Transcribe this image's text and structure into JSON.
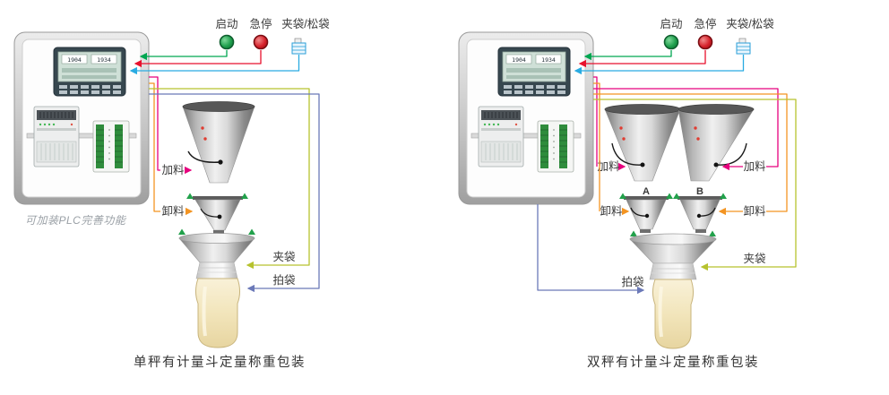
{
  "panels": {
    "left": {
      "buttons": {
        "start": "启动",
        "estop": "急停",
        "clamp_release": "夹袋/松袋"
      },
      "hmi": {
        "value_left": "1904",
        "value_right": "1934"
      },
      "labels": {
        "feed": "加料",
        "discharge": "卸料",
        "clamp_bag": "夹袋",
        "pat_bag": "拍袋"
      },
      "note": "可加装PLC完善功能",
      "caption": "单秤有计量斗定量称重包装"
    },
    "right": {
      "buttons": {
        "start": "启动",
        "estop": "急停",
        "clamp_release": "夹袋/松袋"
      },
      "hmi": {
        "value_left": "1904",
        "value_right": "1934"
      },
      "labels": {
        "feed_left": "加料",
        "feed_right": "加料",
        "discharge_left": "卸料",
        "discharge_right": "卸料",
        "clamp_bag": "夹袋",
        "pat_bag": "拍袋"
      },
      "hopper_a": "A",
      "hopper_b": "B",
      "caption": "双秤有计量斗定量称重包装"
    }
  },
  "colors": {
    "start_button_green": "#1e9e4c",
    "estop_button_red": "#d6212b",
    "wire_green": "#00a651",
    "wire_red": "#e8112d",
    "wire_cyan": "#29abe2",
    "wire_magenta": "#e6007e",
    "wire_orange": "#f39422",
    "wire_olive": "#b6c22e",
    "wire_blue": "#6b79b8",
    "bag_beige": "#f2e5bb",
    "sensor_green": "#22a14b"
  }
}
